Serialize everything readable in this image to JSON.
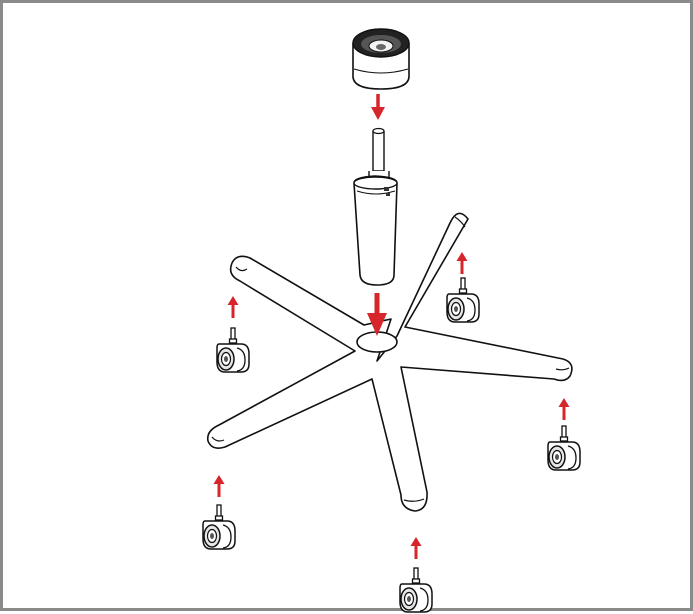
{
  "diagram": {
    "figure": "chair-base-assembly",
    "parts": [
      "cap",
      "gas-lift",
      "five-star-base",
      "caster",
      "caster",
      "caster",
      "caster",
      "caster"
    ],
    "colors": {
      "frame": "#8a8a8a",
      "line": "#111111",
      "arrow": "#d7262b",
      "caster_fill": "#e6e6e6",
      "background": "#ffffff"
    }
  }
}
